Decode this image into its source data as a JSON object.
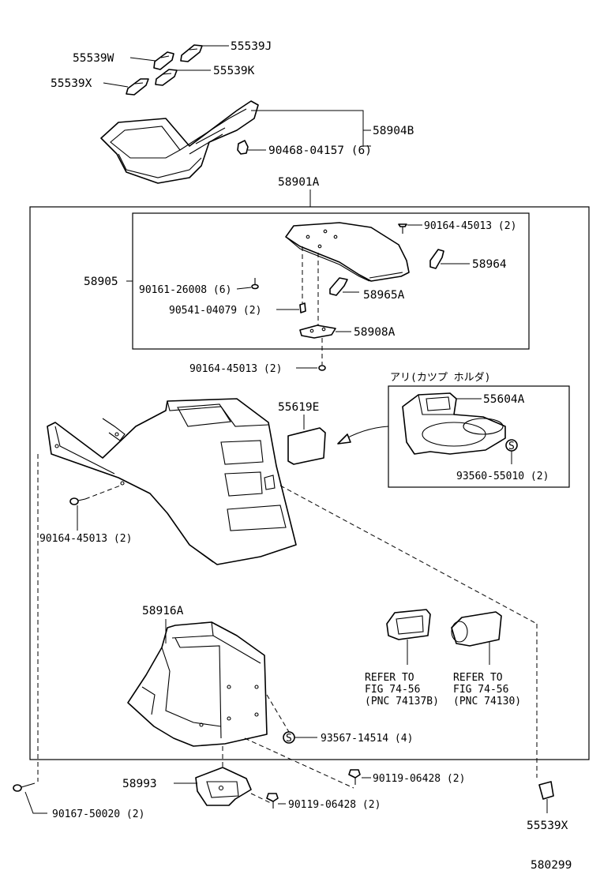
{
  "labels": {
    "p55539w": "55539W",
    "p55539j": "55539J",
    "p55539x_top": "55539X",
    "p55539k": "55539K",
    "p58904b": "58904B",
    "p90468": "90468-04157 (6)",
    "p58901a": "58901A",
    "p90164_a": "90164-45013 (2)",
    "p58964": "58964",
    "p58905": "58905",
    "p90161": "90161-26008 (6)",
    "p58965a": "58965A",
    "p90541": "90541-04079 (2)",
    "p58908a": "58908A",
    "p90164_b": "90164-45013 (2)",
    "cup_holder_title": "アリ(カツプ ホルダ)",
    "p55619e": "55619E",
    "p55604a": "55604A",
    "p93560": "93560-55010 (2)",
    "p90164_c": "90164-45013 (2)",
    "p58916a": "58916A",
    "ref1_line1": "REFER TO",
    "ref1_line2": "FIG 74-56",
    "ref1_line3": "(PNC 74137B)",
    "ref2_line1": "REFER TO",
    "ref2_line2": "FIG 74-56",
    "ref2_line3": "(PNC 74130)",
    "p93567": "93567-14514 (4)",
    "p58993": "58993",
    "p90119_a": "90119-06428 (2)",
    "p90119_b": "90119-06428 (2)",
    "p90167": "90167-50020 (2)",
    "p55539x_bottom": "55539X",
    "fig_number": "580299"
  },
  "symbols": {
    "s_mark": "S"
  }
}
